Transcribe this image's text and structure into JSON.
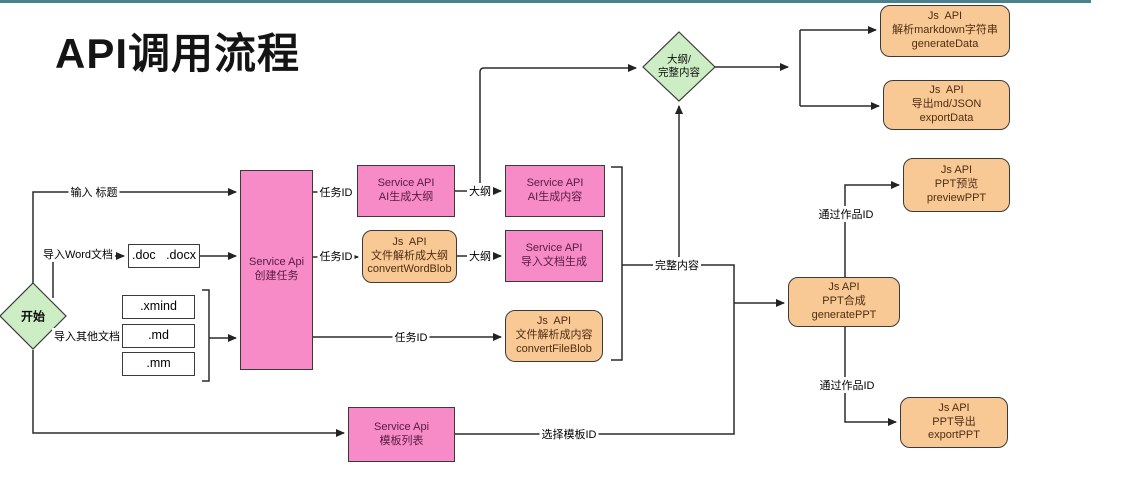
{
  "page": {
    "title": "API调用流程"
  },
  "colors": {
    "top_bar": "#4a818a",
    "service_api_box": "#f78bc8",
    "js_api_box": "#f9c995",
    "decision_diamond": "#cdeec5",
    "connector": "#2b2b2b"
  },
  "nodes": {
    "start": {
      "label": "开始"
    },
    "decision": {
      "line1": "大纲/",
      "line2": "完整内容"
    },
    "create_task": {
      "line1": "Service Api",
      "line2": "创建任务"
    },
    "ai_outline": {
      "line1": "Service API",
      "line2": "AI生成大纲"
    },
    "convert_word_blob": {
      "line1": "Js  API",
      "line2": "文件解析成大纲",
      "line3": "convertWordBlob"
    },
    "ai_content": {
      "line1": "Service API",
      "line2": "AI生成内容"
    },
    "import_doc_gen": {
      "line1": "Service API",
      "line2": "导入文档生成"
    },
    "convert_file_blob": {
      "line1": "Js  API",
      "line2": "文件解析成内容",
      "line3": "convertFileBlob"
    },
    "generate_data": {
      "line1": "Js  API",
      "line2": "解析markdown字符串",
      "line3": "generateData"
    },
    "export_data": {
      "line1": "Js  API",
      "line2": "导出md/JSON",
      "line3": "exportData"
    },
    "preview_ppt": {
      "line1": "Js API",
      "line2": "PPT预览",
      "line3": "previewPPT"
    },
    "generate_ppt": {
      "line1": "Js API",
      "line2": "PPT合成",
      "line3": "generatePPT"
    },
    "export_ppt": {
      "line1": "Js API",
      "line2": "PPT导出",
      "line3": "exportPPT"
    },
    "template_list": {
      "line1": "Service Api",
      "line2": "模板列表"
    },
    "doc_docx": {
      "label": ".doc   .docx"
    },
    "xmind": {
      "label": ".xmind"
    },
    "md": {
      "label": ".md"
    },
    "mm": {
      "label": ".mm"
    }
  },
  "edge_labels": {
    "input_title": "输入 标题",
    "import_word": "导入Word文档",
    "import_other": "导入其他文档",
    "task_id_1": "任务ID",
    "task_id_2": "任务ID",
    "task_id_3": "任务ID",
    "outline_1": "大纲",
    "outline_2": "大纲",
    "full_content": "完整内容",
    "select_template_id": "选择模板ID",
    "via_work_id_1": "通过作品ID",
    "via_work_id_2": "通过作品ID"
  }
}
